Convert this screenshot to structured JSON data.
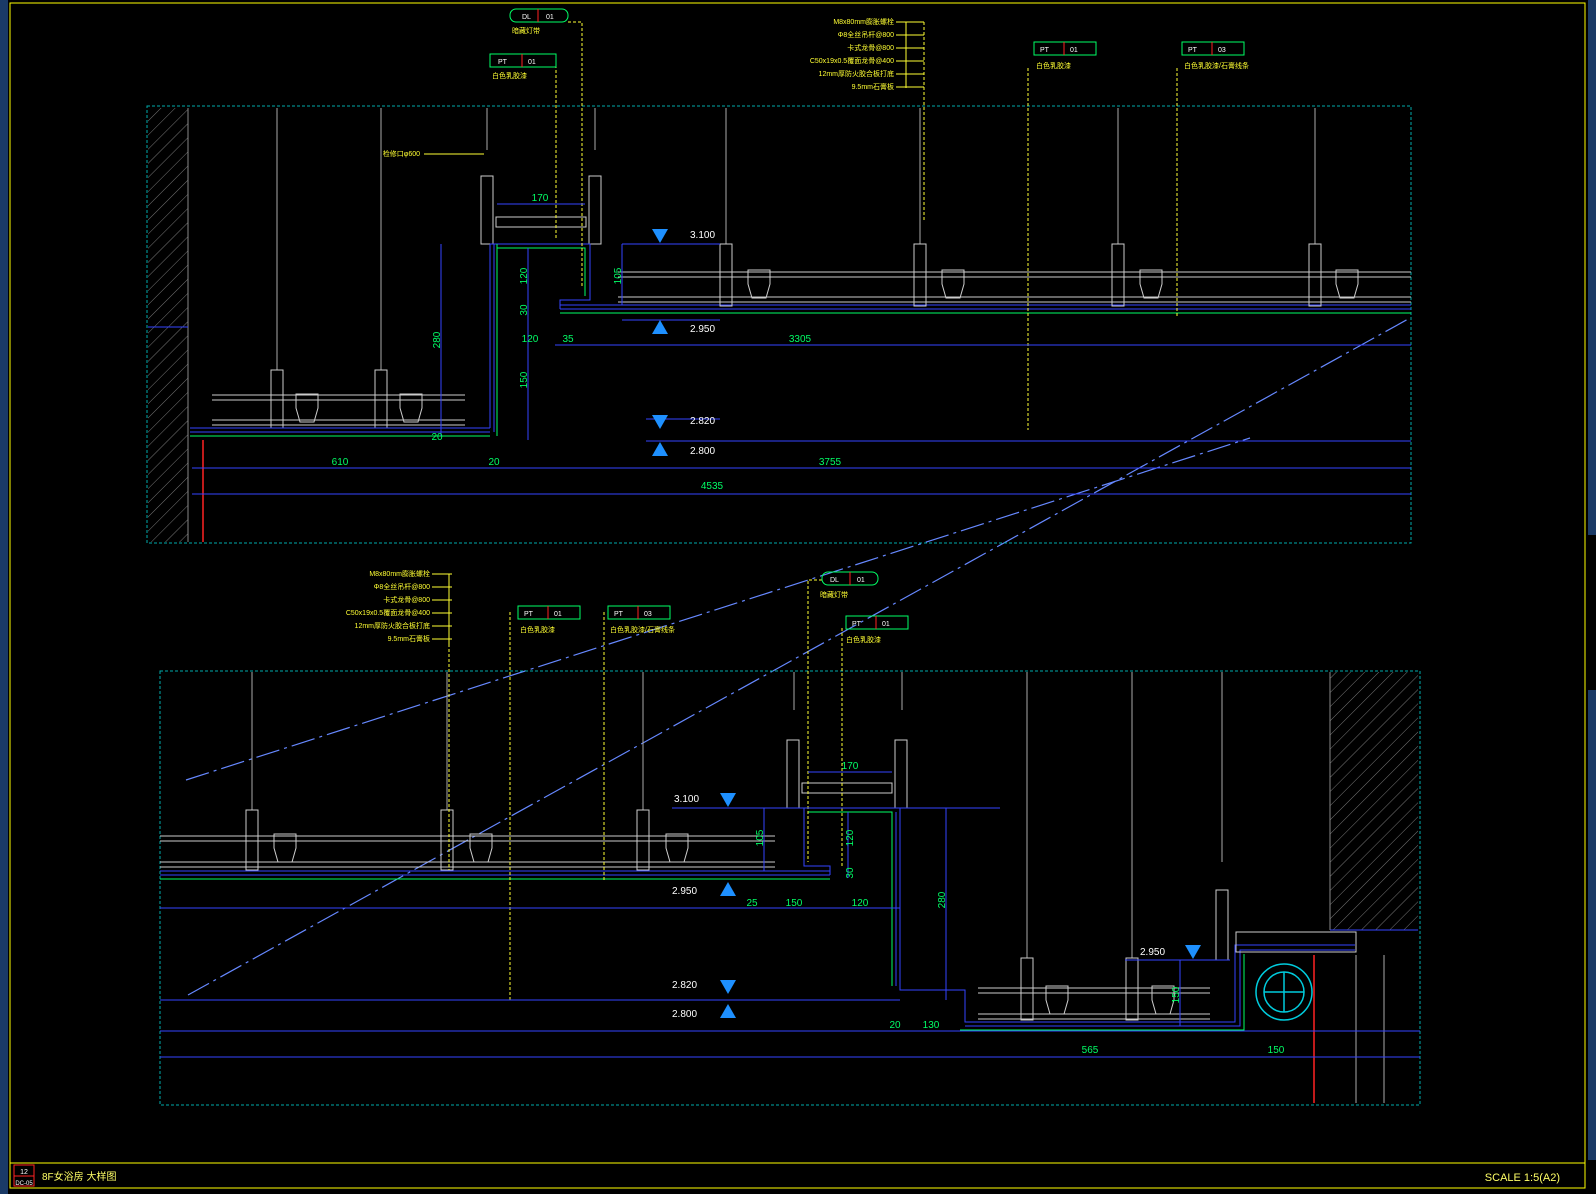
{
  "drawing": {
    "sheet_number": "12",
    "sheet_code": "DC-05",
    "title": "8F女浴房 大样图",
    "scale": "SCALE 1:5(A2)"
  },
  "tags": {
    "dl": "DL",
    "pt": "PT",
    "num01": "01",
    "num03": "03"
  },
  "notes": {
    "light_slot": "暗藏灯带",
    "light_slot_b": "暗藏灯带",
    "white_latex": "白色乳胶漆",
    "white_latex_stone": "白色乳胶漆/石膏线条",
    "access_hatch": "检修口φ600",
    "stack": [
      "M8x80mm膨胀螺栓",
      "Φ8全丝吊杆@800",
      "卡式龙骨@800",
      "C50x19x0.5覆面龙骨@400",
      "12mm厚防火胶合板打底",
      "9.5mm石膏板"
    ]
  },
  "top_section": {
    "levels": [
      "3.100",
      "2.950",
      "2.820",
      "2.800"
    ],
    "dims": {
      "d170": "170",
      "d120a": "120",
      "d30": "30",
      "d105": "105",
      "d280": "280",
      "d150": "150",
      "d120b": "120",
      "d35": "35",
      "d3305": "3305",
      "d20a": "20",
      "d20b": "20",
      "d610": "610",
      "d3755": "3755",
      "d4535": "4535"
    }
  },
  "bottom_section": {
    "levels": [
      "3.100",
      "2.950",
      "2.820",
      "2.800",
      "2.950"
    ],
    "dims": {
      "d170": "170",
      "d105": "105",
      "d120a": "120",
      "d30": "30",
      "d25": "25",
      "d150a": "150",
      "d120b": "120",
      "d280": "280",
      "d20": "20",
      "d130": "130",
      "d150b": "150",
      "d565": "565",
      "d150c": "150"
    }
  },
  "colors": {
    "frame": "#ffff00",
    "cyan": "#00aaaa",
    "blue": "#3344ff",
    "dim_text": "#00ff66",
    "leader": "#ffff33",
    "level_marker": "#1e90ff",
    "wall_red": "#ff2222"
  }
}
